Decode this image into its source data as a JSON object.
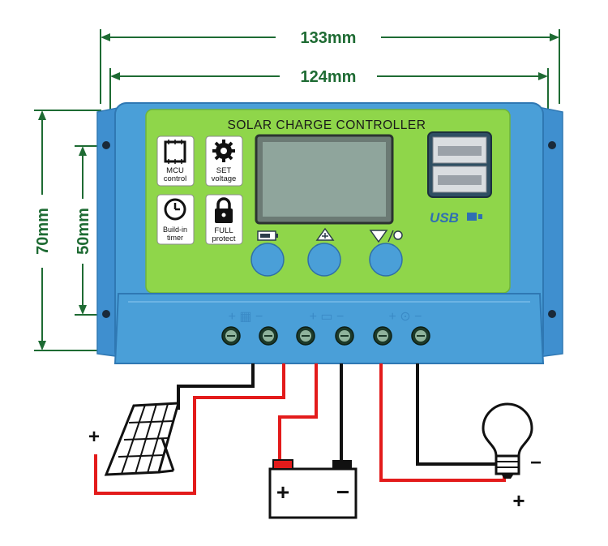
{
  "dimensions": {
    "overall_width": "133mm",
    "hole_spacing_width": "124mm",
    "overall_height": "70mm",
    "hole_spacing_height": "50mm"
  },
  "panel": {
    "title": "SOLAR CHARGE CONTROLLER",
    "usb_label": "USB",
    "features": [
      {
        "icon": "chip-icon",
        "line1": "MCU",
        "line2": "control"
      },
      {
        "icon": "gear-icon",
        "line1": "SET",
        "line2": "voltage"
      },
      {
        "icon": "clock-icon",
        "line1": "Build-in",
        "line2": "timer"
      },
      {
        "icon": "lock-icon",
        "line1": "FULL",
        "line2": "protect"
      }
    ],
    "buttons": [
      {
        "icon": "battery-menu-icon"
      },
      {
        "icon": "up-arrow-icon"
      },
      {
        "icon": "down-arrow-bulb-icon"
      }
    ]
  },
  "terminals": {
    "group_labels": [
      "+ ▦ −",
      "+ ▭ −",
      "+ ⊙ −"
    ]
  },
  "wiring": {
    "solar_plus": "+",
    "battery_plus": "+",
    "battery_minus": "−",
    "load_minus": "−",
    "load_plus": "+"
  },
  "colors": {
    "housing": "#4a9fd8",
    "panel": "#8fd64a",
    "dimension_lines": "#1e6b33",
    "wire_positive": "#e31b1b",
    "wire_negative": "#111111"
  }
}
